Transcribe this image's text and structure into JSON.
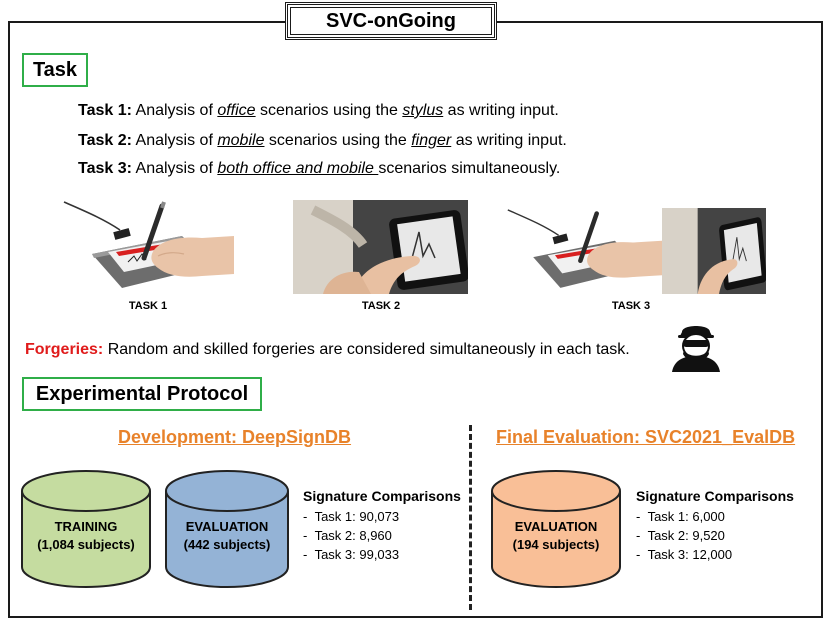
{
  "title": "SVC-onGoing",
  "task_section": {
    "label": "Task",
    "tasks": [
      {
        "name": "Task 1:",
        "pre": "Analysis of ",
        "em1": "office",
        "mid": " scenarios using the ",
        "em2": "stylus",
        "post": " as writing input."
      },
      {
        "name": "Task 2:",
        "pre": "Analysis of ",
        "em1": "mobile",
        "mid": " scenarios using the ",
        "em2": "finger",
        "post": " as writing input."
      },
      {
        "name": "Task 3:",
        "pre": "Analysis of ",
        "em1": "both office and mobile ",
        "mid": "scenarios simultaneously.",
        "em2": "",
        "post": ""
      }
    ],
    "captions": [
      "TASK 1",
      "TASK 2",
      "TASK 3"
    ]
  },
  "forgeries": {
    "label": "Forgeries:",
    "text": " Random and skilled forgeries are considered simultaneously in each task."
  },
  "protocol": {
    "label": "Experimental Protocol",
    "development": {
      "heading": "Development: DeepSignDB",
      "training": {
        "line1": "TRAINING",
        "line2": "(1,084 subjects)",
        "color": "#c5dca0"
      },
      "evaluation": {
        "line1": "EVALUATION",
        "line2": "(442 subjects)",
        "color": "#94b3d6"
      },
      "comparisons_title": "Signature Comparisons",
      "comparisons": [
        "Task 1: 90,073",
        "Task 2: 8,960",
        "Task 3: 99,033"
      ]
    },
    "final": {
      "heading": "Final Evaluation: SVC2021_EvalDB",
      "evaluation": {
        "line1": "EVALUATION",
        "line2": "(194 subjects)",
        "color": "#f9bf97"
      },
      "comparisons_title": "Signature Comparisons",
      "comparisons": [
        "Task 1: 6,000",
        "Task 2: 9,520",
        "Task 3: 12,000"
      ]
    }
  },
  "colors": {
    "section_border": "#2fae48",
    "forgery_label": "#e01b1b",
    "heading_orange": "#e8822a"
  },
  "icons": [
    "signature-pad-photo",
    "smartphone-signing-photo",
    "forger-mask-icon"
  ]
}
